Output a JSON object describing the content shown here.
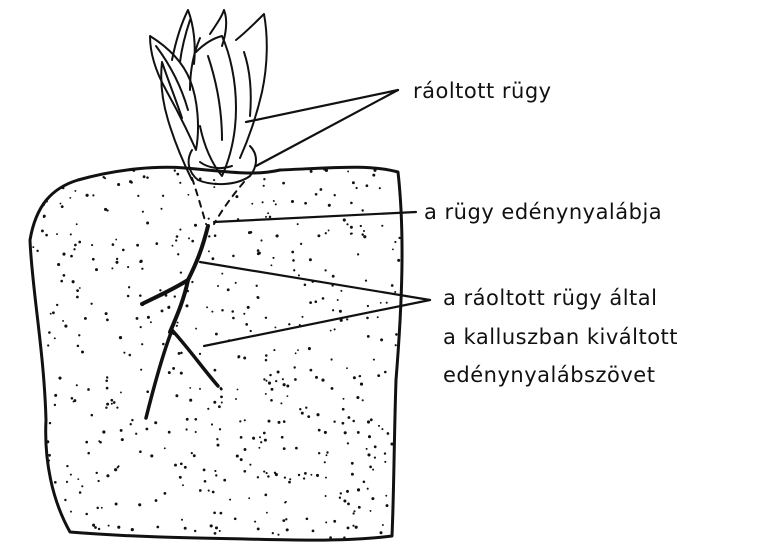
{
  "labels": {
    "grafted_bud": "ráoltott rügy",
    "bud_vascular_bundle": "a rügy edénynyalábja",
    "induced_tissue_line1": "a ráoltott rügy által",
    "induced_tissue_line2": "a kalluszban kiváltott",
    "induced_tissue_line3": "edénynyalábszövet"
  },
  "colors": {
    "ink": "#111111",
    "paper": "#ffffff"
  },
  "icons": [
    "bud-drawing",
    "callus-block",
    "vascular-strand"
  ]
}
